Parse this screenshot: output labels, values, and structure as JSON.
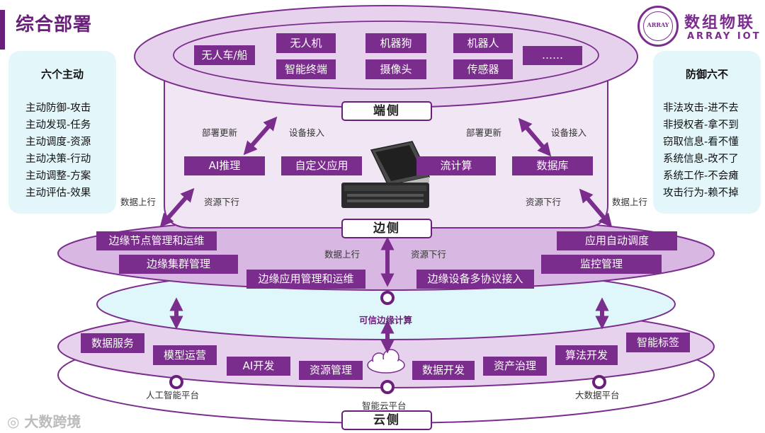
{
  "header": {
    "title": "综合部署"
  },
  "logo": {
    "name_cn": "数组物联",
    "name_en": "ARRAY IOT",
    "seal_text": "ARRAY"
  },
  "left_panel": {
    "title": "六个主动",
    "items": [
      "主动防御-攻击",
      "主动发现-任务",
      "主动调度-资源",
      "主动决策-行动",
      "主动调整-方案",
      "主动评估-效果"
    ]
  },
  "right_panel": {
    "title": "防御六不",
    "items": [
      "非法攻击-进不去",
      "非授权者-拿不到",
      "窃取信息-看不懂",
      "系统信息-改不了",
      "系统工作-不会瘫",
      "攻击行为-赖不掉"
    ]
  },
  "end_tier": {
    "devices": [
      "无人车/船",
      "无人机",
      "机器狗",
      "机器人",
      "……",
      "智能终端",
      "摄像头",
      "传感器"
    ],
    "tag": "端侧",
    "labels": [
      "部署更新",
      "设备接入",
      "部署更新",
      "设备接入",
      "数据上行",
      "资源下行",
      "资源下行",
      "数据上行"
    ],
    "modules": [
      "AI推理",
      "自定义应用",
      "流计算",
      "数据库"
    ]
  },
  "edge_tier": {
    "tag": "边侧",
    "boxes": [
      "边缘节点管理和运维",
      "边缘集群管理",
      "边缘应用管理和运维",
      "边缘设备多协议接入",
      "应用自动调度",
      "监控管理"
    ],
    "labels": [
      "数据上行",
      "资源下行"
    ],
    "center": "可信边缘计算"
  },
  "cloud_tier": {
    "tag": "云侧",
    "boxes": [
      "数据服务",
      "模型运营",
      "AI开发",
      "资源管理",
      "数据开发",
      "资产治理",
      "算法开发",
      "智能标签"
    ],
    "platforms": [
      "人工智能平台",
      "智能云平台",
      "大数据平台"
    ]
  },
  "watermark": "大数跨境",
  "colors": {
    "primary": "#7b2d8e",
    "ellipse_fill": "#e6d2ec",
    "edge_fill": "#d8b8e2",
    "trusted_fill": "#dff6fa",
    "panel_bg": "#e3f6fa"
  }
}
